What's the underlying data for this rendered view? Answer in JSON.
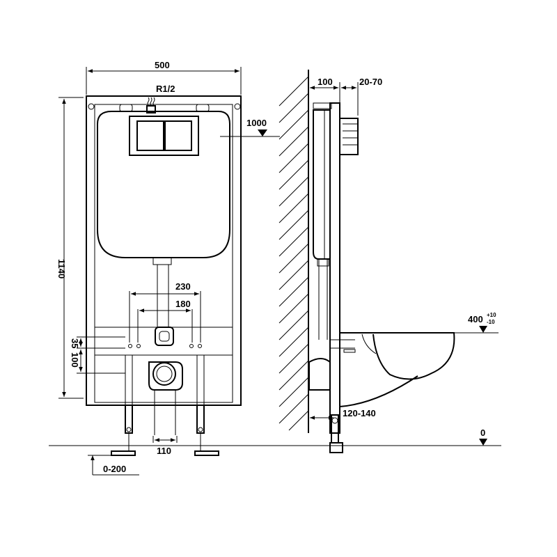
{
  "dimensions": {
    "frame_width": "500",
    "water_inlet": "R1/2",
    "flush_button_height": "1000",
    "frame_height": "1140",
    "fixing_spacing_outer": "230",
    "fixing_spacing_inner": "180",
    "gap_small": "35",
    "gap_large": "100",
    "drain_diameter": "110",
    "leg_adjust": "0-200",
    "frame_depth": "100",
    "frame_offset": "20-70",
    "bowl_height": "400",
    "bowl_tolerance_plus": "+10",
    "bowl_tolerance_minus": "-10",
    "wall_gap": "120-140",
    "floor_level": "0"
  }
}
